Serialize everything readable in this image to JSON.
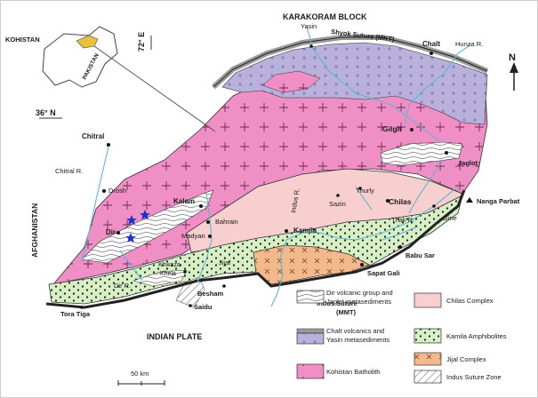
{
  "map": {
    "top_block": "KARAKORAM BLOCK",
    "bottom_plate": "INDIAN PLATE",
    "side_country": "AFGHANISTAN",
    "longitude": "72° E",
    "latitude": "36° N",
    "north": "N",
    "inset_kohistan": "KOHISTAN",
    "inset_pakistan": "PAKISTAN",
    "scale": "50 km"
  },
  "sutures": {
    "shyok": "Shyok Suture (MKT)",
    "indus_line1": "Indus Suture",
    "indus_line2": "(MMT)"
  },
  "places": {
    "yasin": "Yasin",
    "chalt": "Chalt",
    "hunza": "Hunza R.",
    "chitral": "Chitral",
    "chitral_r": "Chitral R.",
    "gilgit": "Gilgit",
    "jaglot": "Jaglot",
    "drosh": "Drosh",
    "kalam": "Kalam",
    "bahrain": "Bahrain",
    "madyan": "Madyan",
    "dir": "Dir",
    "indus_r": "Indus R.",
    "sazin": "Sazin",
    "thurly": "Thurly",
    "chilas": "Chilas",
    "nanga_parbat": "Nanga Parbat",
    "gine": "Gine",
    "thak": "Thak R.",
    "kamila": "Kamila",
    "babu_sar": "Babu Sar",
    "sapat_gali": "Sapat Gali",
    "khwaza_1": "Khwaza",
    "khwaza_2": "Khela",
    "dir_r": "Dir R.",
    "jijal": "Jijal",
    "besham": "Besham",
    "saidu": "Saidu",
    "tora_tiga": "Tora Tiga"
  },
  "legend": {
    "dir_line1": "Dir volcanic group and",
    "dir_line2": "Jaglot metasediments",
    "chalt_line1": "Chalt volcanics and",
    "chalt_line2": "Yasin metasediments",
    "kohistan": "Kohistan Batholith",
    "chilas": "Chilas Complex",
    "kamila": "Kamila Amphibolites",
    "jijal": "Jijal Complex",
    "indus": "Indus Suture Zone"
  },
  "colors": {
    "batholith": "#ef8fc6",
    "chalt": "#b9b1dc",
    "chilas": "#f7cfcf",
    "kamila": "#d7efc4",
    "jijal": "#f3b98c",
    "suture_gray": "#9a9a9a",
    "river": "#5bb7d3",
    "star": "#1a2fd0",
    "inset_yellow": "#e8c33a"
  }
}
